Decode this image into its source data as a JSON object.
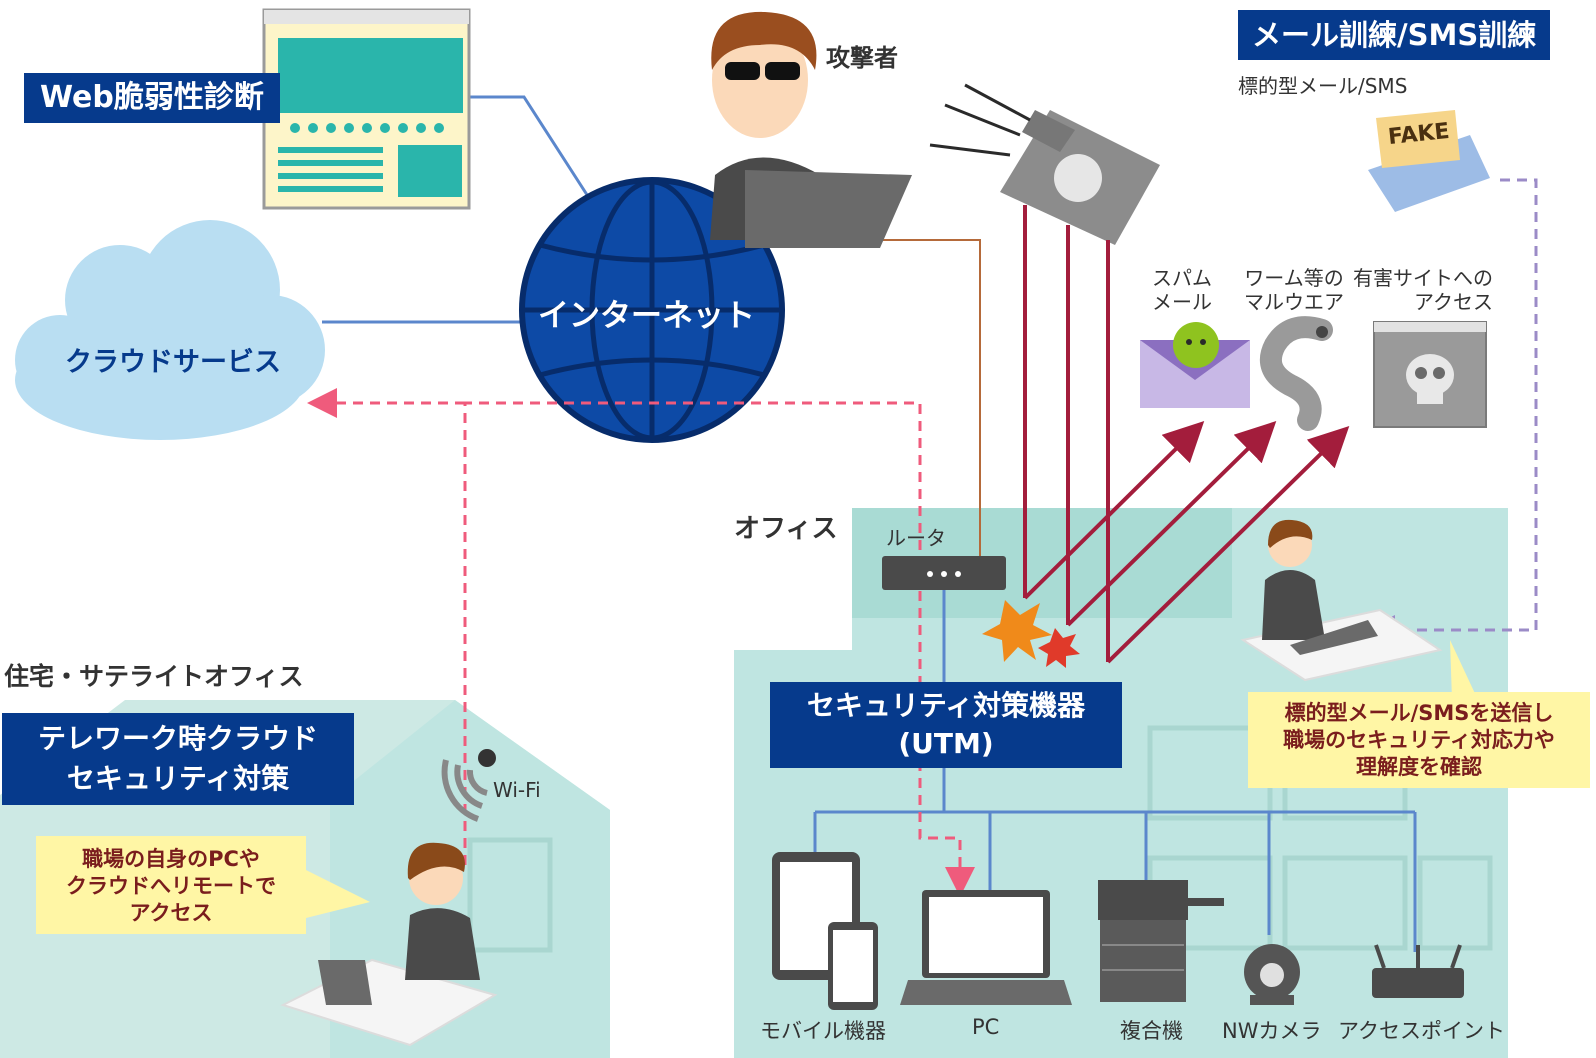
{
  "labels": {
    "web_scan": "Web脆弱性診断",
    "cloud": "クラウドサービス",
    "internet": "インターネット",
    "attacker": "攻撃者",
    "mail_training": "メール訓練/SMS訓練",
    "targeted_mail": "標的型メール/SMS",
    "fake": "FAKE",
    "spam_1": "スパム",
    "spam_2": "メール",
    "malware_1": "ワーム等の",
    "malware_2": "マルウエア",
    "harmful_1": "有害サイトへの",
    "harmful_2": "アクセス",
    "office": "オフィス",
    "router": "ルータ",
    "utm_1": "セキュリティ対策機器",
    "utm_2": "(UTM)",
    "home": "住宅・サテライトオフィス",
    "telework_1": "テレワーク時クラウド",
    "telework_2": "セキュリティ対策",
    "wifi": "Wi-Fi",
    "remote_1": "職場の自身のPCや",
    "remote_2": "クラウドへリモートで",
    "remote_3": "アクセス",
    "send_1": "標的型メール/SMSを送信し",
    "send_2": "職場のセキュリティ対応力や",
    "send_3": "理解度を確認",
    "mobile": "モバイル機器",
    "pc": "PC",
    "mfp": "複合機",
    "nw_camera": "NWカメラ",
    "access_point": "アクセスポイント"
  },
  "colors": {
    "navy": "#063a8c",
    "globe": "#0d4aa6",
    "cloud": "#b9def2",
    "office_teal": "#bfe5e1",
    "home_teal": "#cde9e4",
    "attack_red": "#a31d3c",
    "pink_dash": "#ef5b7c",
    "purple_dash": "#9b8bc7",
    "line_blue": "#5b87cc"
  }
}
